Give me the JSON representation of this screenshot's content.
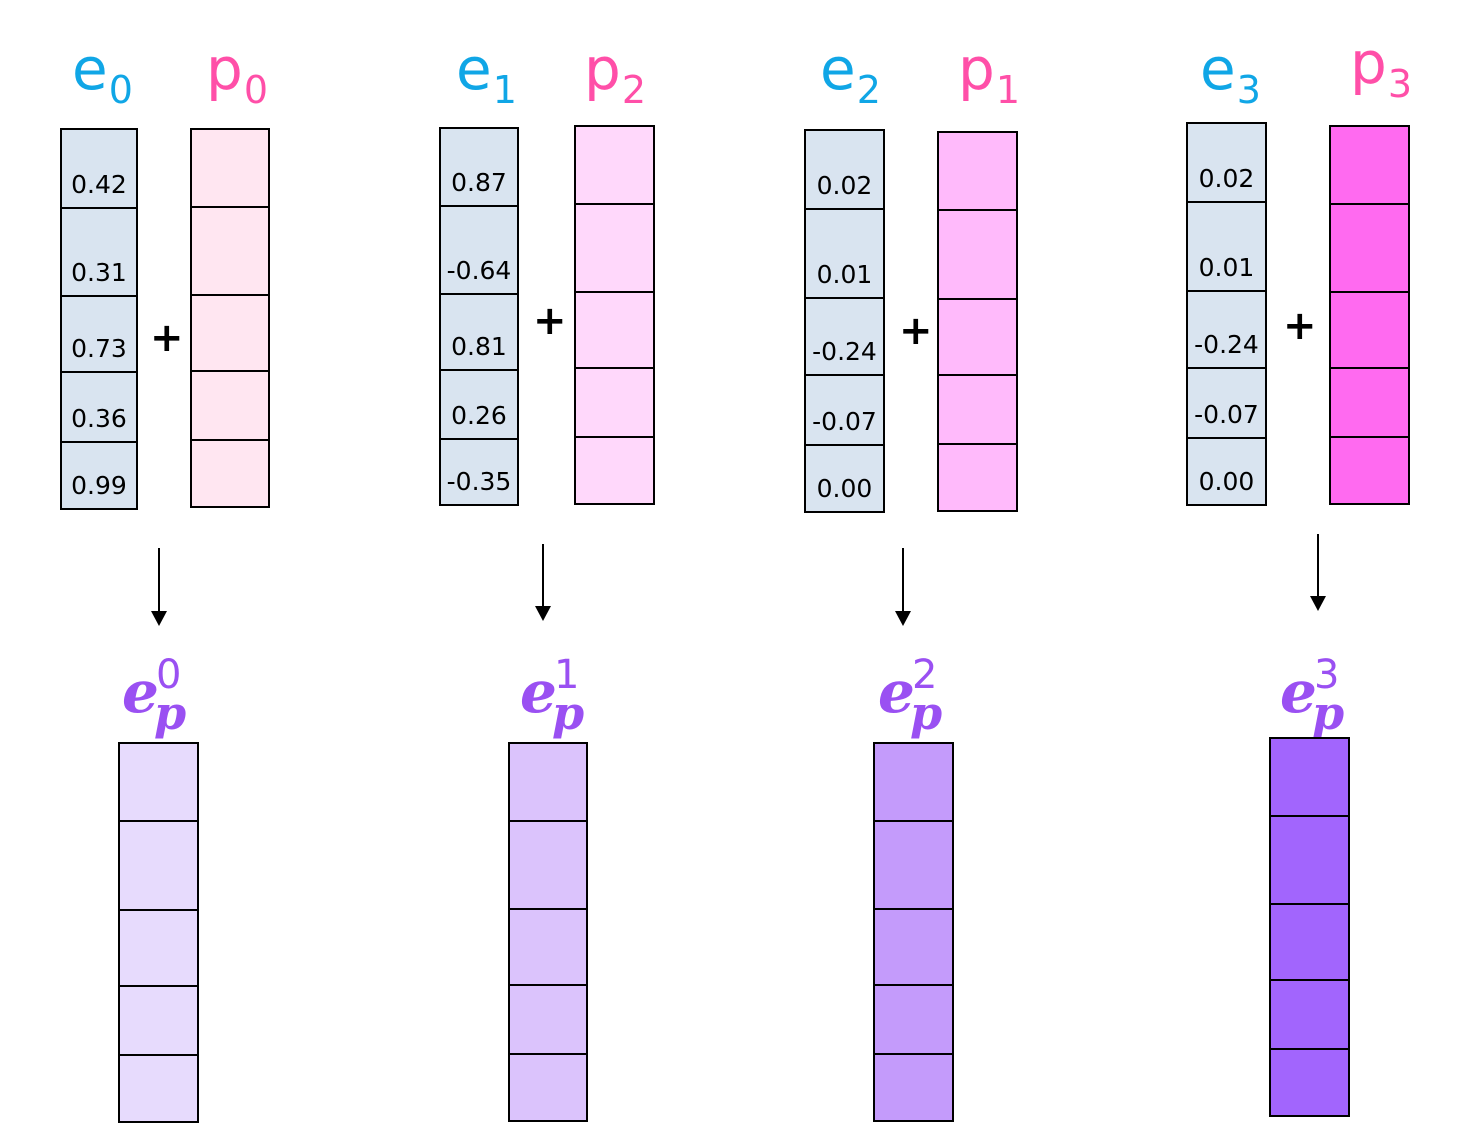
{
  "colors": {
    "embedding_label": "#10a6e6",
    "position_label": "#ff4fa8",
    "result_label": "#9a50f2",
    "embedding_cell": "#d9e4f0"
  },
  "operator": "+",
  "groups": [
    {
      "embedding_label": {
        "base": "e",
        "sub": "0"
      },
      "position_label": {
        "base": "p",
        "sub": "0"
      },
      "embedding_values": [
        "0.42",
        "0.31",
        "0.73",
        "0.36",
        "0.99"
      ],
      "position_color": "#ffe6f1",
      "result_label": {
        "base": "e",
        "sub": "p",
        "sup": "0"
      },
      "result_color": "#e7dbfd"
    },
    {
      "embedding_label": {
        "base": "e",
        "sub": "1"
      },
      "position_label": {
        "base": "p",
        "sub": "2"
      },
      "embedding_values": [
        "0.87",
        "-0.64",
        "0.81",
        "0.26",
        "-0.35"
      ],
      "position_color": "#ffd8fb",
      "result_label": {
        "base": "e",
        "sub": "p",
        "sup": "1"
      },
      "result_color": "#dbc3fc"
    },
    {
      "embedding_label": {
        "base": "e",
        "sub": "2"
      },
      "position_label": {
        "base": "p",
        "sub": "1"
      },
      "embedding_values": [
        "0.02",
        "0.01",
        "-0.24",
        "-0.07",
        "0.00"
      ],
      "position_color": "#ffbafb",
      "result_label": {
        "base": "e",
        "sub": "p",
        "sup": "2"
      },
      "result_color": "#c49bfb"
    },
    {
      "embedding_label": {
        "base": "e",
        "sub": "3"
      },
      "position_label": {
        "base": "p",
        "sub": "3"
      },
      "embedding_values": [
        "0.02",
        "0.01",
        "-0.24",
        "-0.07",
        "0.00"
      ],
      "position_color": "#ff6af0",
      "result_label": {
        "base": "e",
        "sub": "p",
        "sup": "3"
      },
      "result_color": "#a265fd"
    }
  ]
}
